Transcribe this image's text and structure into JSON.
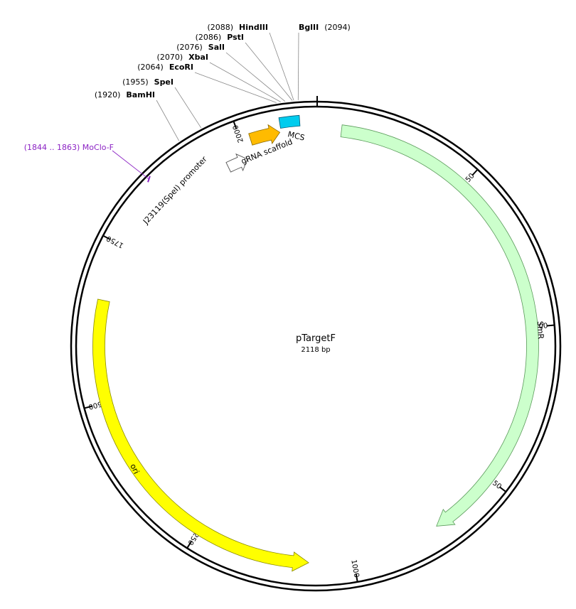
{
  "plasmid": {
    "name": "pTargetF",
    "length_label": "2118 bp",
    "length": 2118
  },
  "colors": {
    "backbone": "#000000",
    "smr": "#ccffcc",
    "ori": "#ffff00",
    "grna_scaffold": "#ffbb00",
    "mcs": "#00ccee",
    "promoter": "#ffffff",
    "primer": "#8b22c4",
    "leader": "#888888"
  },
  "ticks": [
    {
      "label": "250",
      "pos": 250
    },
    {
      "label": "500",
      "pos": 500
    },
    {
      "label": "750",
      "pos": 750
    },
    {
      "label": "1000",
      "pos": 1000
    },
    {
      "label": "1250",
      "pos": 1250
    },
    {
      "label": "1500",
      "pos": 1500
    },
    {
      "label": "1750",
      "pos": 1750
    },
    {
      "label": "2000",
      "pos": 2000
    }
  ],
  "sites": [
    {
      "pos_label": "(2088)",
      "name": "HindIII",
      "pos": 2088
    },
    {
      "pos_label": "(2086)",
      "name": "PstI",
      "pos": 2086
    },
    {
      "pos_label": "(2076)",
      "name": "SalI",
      "pos": 2076
    },
    {
      "pos_label": "(2070)",
      "name": "XbaI",
      "pos": 2070
    },
    {
      "pos_label": "(2064)",
      "name": "EcoRI",
      "pos": 2064
    },
    {
      "pos_label": "(1955)",
      "name": "SpeI",
      "pos": 1955
    },
    {
      "pos_label": "(1920)",
      "name": "BamHI",
      "pos": 1920
    },
    {
      "pos_label": "(2094)",
      "name": "BglII",
      "pos": 2094
    }
  ],
  "primer": {
    "label": "(1844 .. 1863)  MoClo-F",
    "start": 1844,
    "end": 1863
  },
  "features": [
    {
      "label": "SmR",
      "start": 40,
      "end": 860
    },
    {
      "label": "ori",
      "start": 1070,
      "end": 1660
    },
    {
      "label": "J23119(SpeI) promoter",
      "start": 1965,
      "end": 2000
    },
    {
      "label": "gRNA scaffold",
      "start": 2015,
      "end": 2062
    },
    {
      "label": "MCS",
      "start": 2064,
      "end": 2094
    }
  ]
}
